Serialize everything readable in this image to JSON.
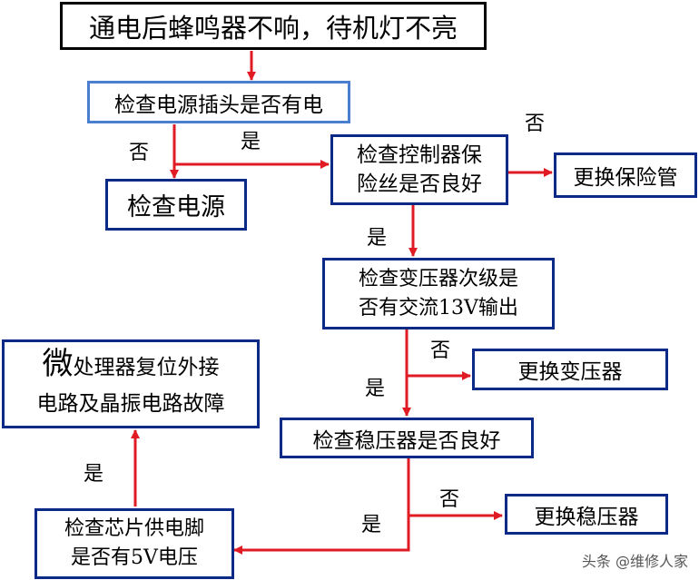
{
  "nodes": {
    "start": "通电后蜂鸣器不响，待机灯不亮",
    "check_power_plug": "检查电源插头是否有电",
    "check_power": "检查电源",
    "check_fuse": [
      "检查控制器保",
      "险丝是否良好"
    ],
    "replace_fuse": "更换保险管",
    "check_transformer": [
      "检查变压器次级是",
      "否有交流13V输出"
    ],
    "replace_transformer": "更换变压器",
    "check_regulator": "检查稳压器是否良好",
    "replace_regulator": "更换稳压器",
    "check_chip_pin": [
      "检查芯片供电脚",
      "是否有5V电压"
    ],
    "mcu_fault": {
      "big": "微",
      "line1_rest": "处理器复位外接",
      "line2": "电路及晶振电路故障"
    }
  },
  "labels": {
    "no_power": "否",
    "yes_power": "是",
    "no_fuse": "否",
    "yes_fuse": "是",
    "no_transformer": "否",
    "yes_transformer": "是",
    "no_regulator": "否",
    "yes_regulator": "是",
    "yes_chip": "是"
  },
  "watermark": "头条 @维修人家",
  "colors": {
    "arrow": "#e01b24",
    "blue_border": "#4a7fd0",
    "navy_border": "#0b2a87"
  }
}
